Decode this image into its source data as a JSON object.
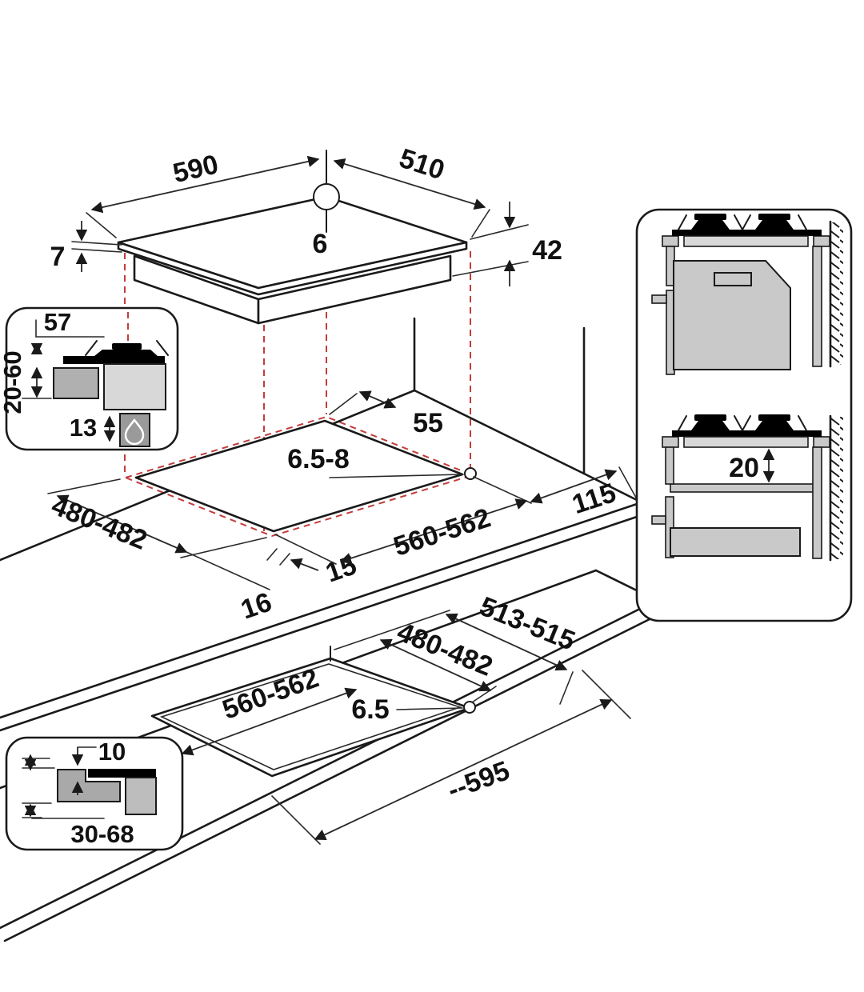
{
  "title": "Hob installation dimensions diagram",
  "colors": {
    "line": "#1a1a1a",
    "red_dashed": "#c43c3c",
    "gray_light": "#d8d8d8",
    "gray_mid": "#b0b0b0",
    "gray_dark": "#9a9a9a",
    "black": "#000000"
  },
  "hob_top_view": {
    "width": "590",
    "depth": "510",
    "hole_diameter": "6",
    "glass_thickness": "7",
    "body_height": "42"
  },
  "burner_section_inset": {
    "burner_height": "57",
    "cabinet_clearance": "20-60",
    "gas_connection_depth": "13"
  },
  "worktop_cutout_view": {
    "rear_clearance": "55",
    "fixing_hole_diameter": "6.5-8",
    "side_clearance": "115",
    "cutout_depth": "480-482",
    "cutout_width": "560-562",
    "hob_edge_gap": "15",
    "front_edge_gap": "16"
  },
  "side_panel_views": {
    "shelf_clearance": "20"
  },
  "flush_mount_view": {
    "recess_depth": "513-515",
    "cutout_depth": "480-482",
    "cutout_width": "560-562",
    "fixing_hole_diameter": "6.5",
    "min_worktop_width": "--595"
  },
  "edge_detail_inset": {
    "rim_overlap": "10",
    "worktop_thickness": "30-68"
  }
}
